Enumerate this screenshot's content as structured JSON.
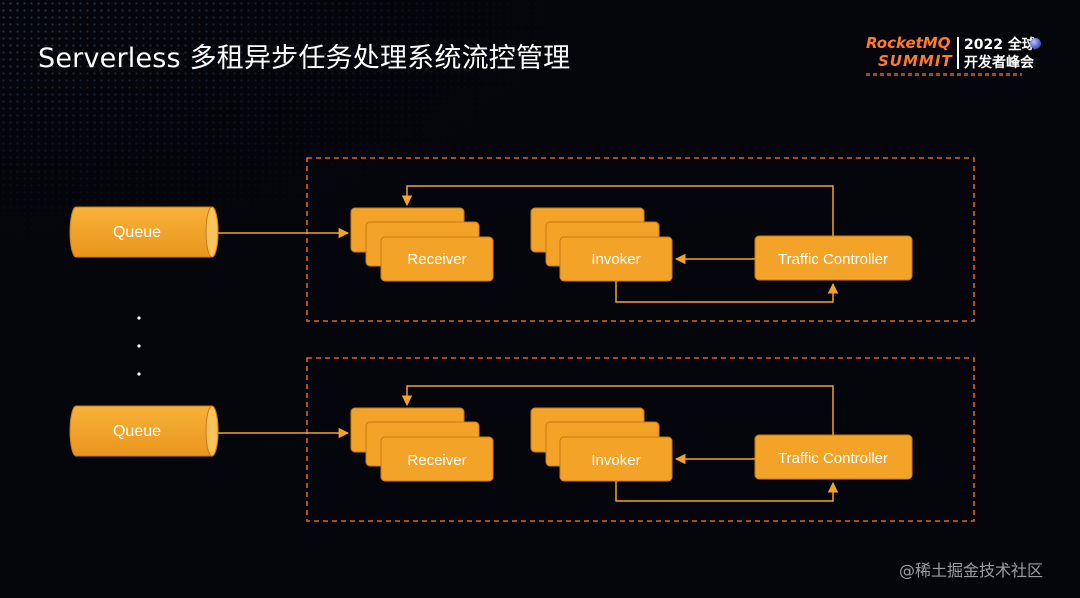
{
  "header": {
    "title": "Serverless 多租异步任务处理系统流控管理"
  },
  "logo": {
    "brand_line1": "RocketMQ",
    "brand_line2": "SUMMIT",
    "event_line1": "2022 全球",
    "event_line2": "开发者峰会",
    "accent_color": "#ff7a2a"
  },
  "diagram": {
    "node_color": "#f3a327",
    "connector_color": "#f3a327",
    "group_border_color": "#e0621a",
    "groups": [
      {
        "queue_label": "Queue",
        "receiver_label": "Receiver",
        "invoker_label": "Invoker",
        "controller_label": "Traffic Controller"
      },
      {
        "queue_label": "Queue",
        "receiver_label": "Receiver",
        "invoker_label": "Invoker",
        "controller_label": "Traffic Controller"
      }
    ],
    "ellipsis": ".\n.\n."
  },
  "watermark": "@稀土掘金技术社区"
}
